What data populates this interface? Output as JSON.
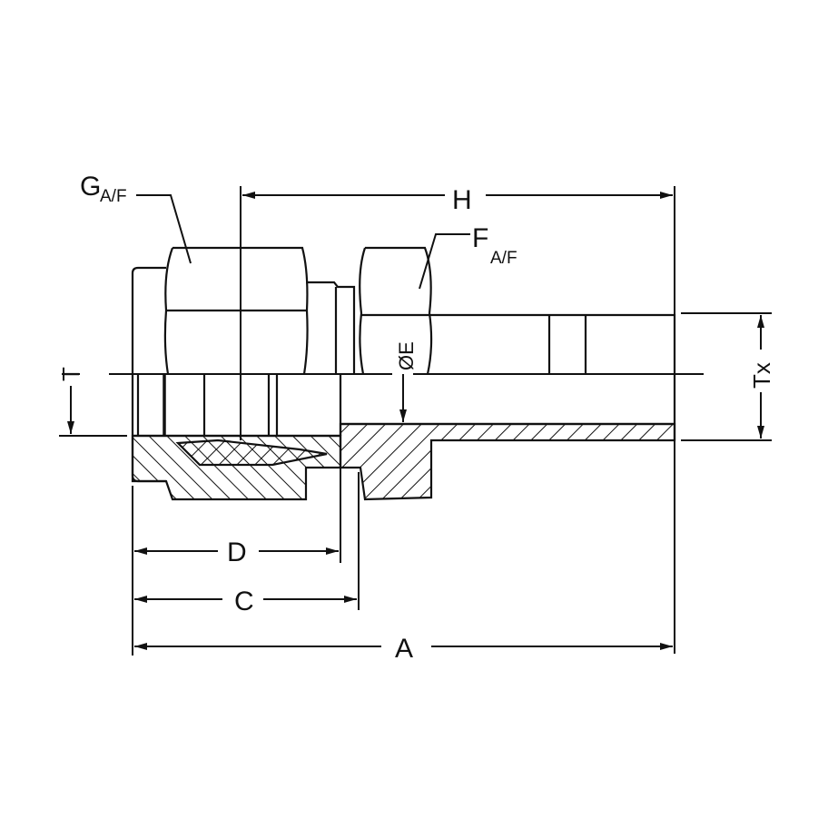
{
  "labels": {
    "g": "G",
    "g_sub": "A/F",
    "f": "F",
    "f_sub": "A/F",
    "h": "H",
    "e": "ØE",
    "t": "T",
    "tx": "Tx",
    "d": "D",
    "c": "C",
    "a": "A"
  },
  "colors": {
    "line": "#111111",
    "background": "#ffffff"
  }
}
